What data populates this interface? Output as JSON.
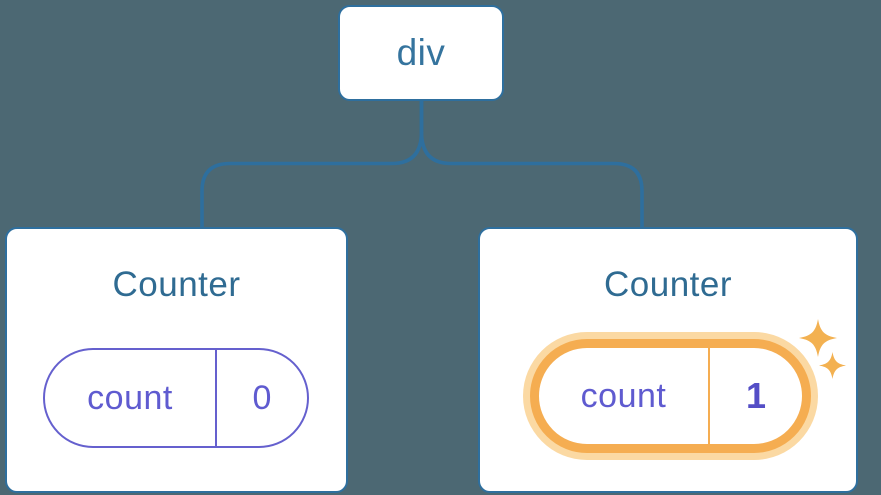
{
  "canvas": {
    "background_color": "#4C6873"
  },
  "tree": {
    "root_node": {
      "label": "div"
    },
    "children": [
      {
        "title": "Counter",
        "state_key": "count",
        "state_value": "0",
        "highlighted": false
      },
      {
        "title": "Counter",
        "state_key": "count",
        "state_value": "1",
        "highlighted": true
      }
    ]
  },
  "icons": {
    "sparkle_large": "sparkle-icon",
    "sparkle_small": "sparkle-icon"
  },
  "colors": {
    "line_blue": "#2E6F9E",
    "title_blue": "#2F6B92",
    "root_label_blue": "#35749E",
    "state_purple": "#5F5BD0",
    "state_purple_bold": "#544EC6",
    "pill_border_purple": "#6560CE",
    "highlight_orange": "#F5AD51",
    "highlight_glow": "#FBD9A3",
    "sparkle_orange": "#F3B151",
    "node_background": "#FFFFFF"
  }
}
